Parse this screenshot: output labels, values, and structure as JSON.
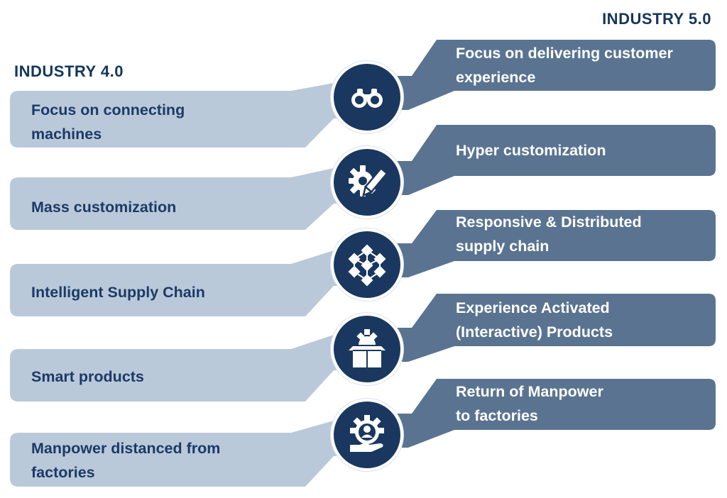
{
  "headings": {
    "left": "INDUSTRY  4.0",
    "right": "INDUSTRY  5.0"
  },
  "colors": {
    "left_band": "#bac9da",
    "right_band": "#5a7391",
    "node": "#1a375f",
    "heading": "#14365c"
  },
  "rows": [
    {
      "left": [
        "Focus on connecting",
        "machines"
      ],
      "right": [
        "Focus on delivering customer",
        "experience"
      ],
      "icon": "binoculars-icon"
    },
    {
      "left": [
        "Mass customization"
      ],
      "right": [
        "Hyper customization"
      ],
      "icon": "gear-pencil-icon"
    },
    {
      "left": [
        "Intelligent Supply Chain"
      ],
      "right": [
        "Responsive & Distributed",
        "supply chain"
      ],
      "icon": "network-cubes-icon"
    },
    {
      "left": [
        "Smart products"
      ],
      "right": [
        "Experience Activated",
        "(Interactive) Products"
      ],
      "icon": "gear-box-icon"
    },
    {
      "left": [
        "Manpower distanced from",
        "factories"
      ],
      "right": [
        "Return of Manpower",
        "to factories"
      ],
      "icon": "gear-hand-worker-icon"
    }
  ]
}
